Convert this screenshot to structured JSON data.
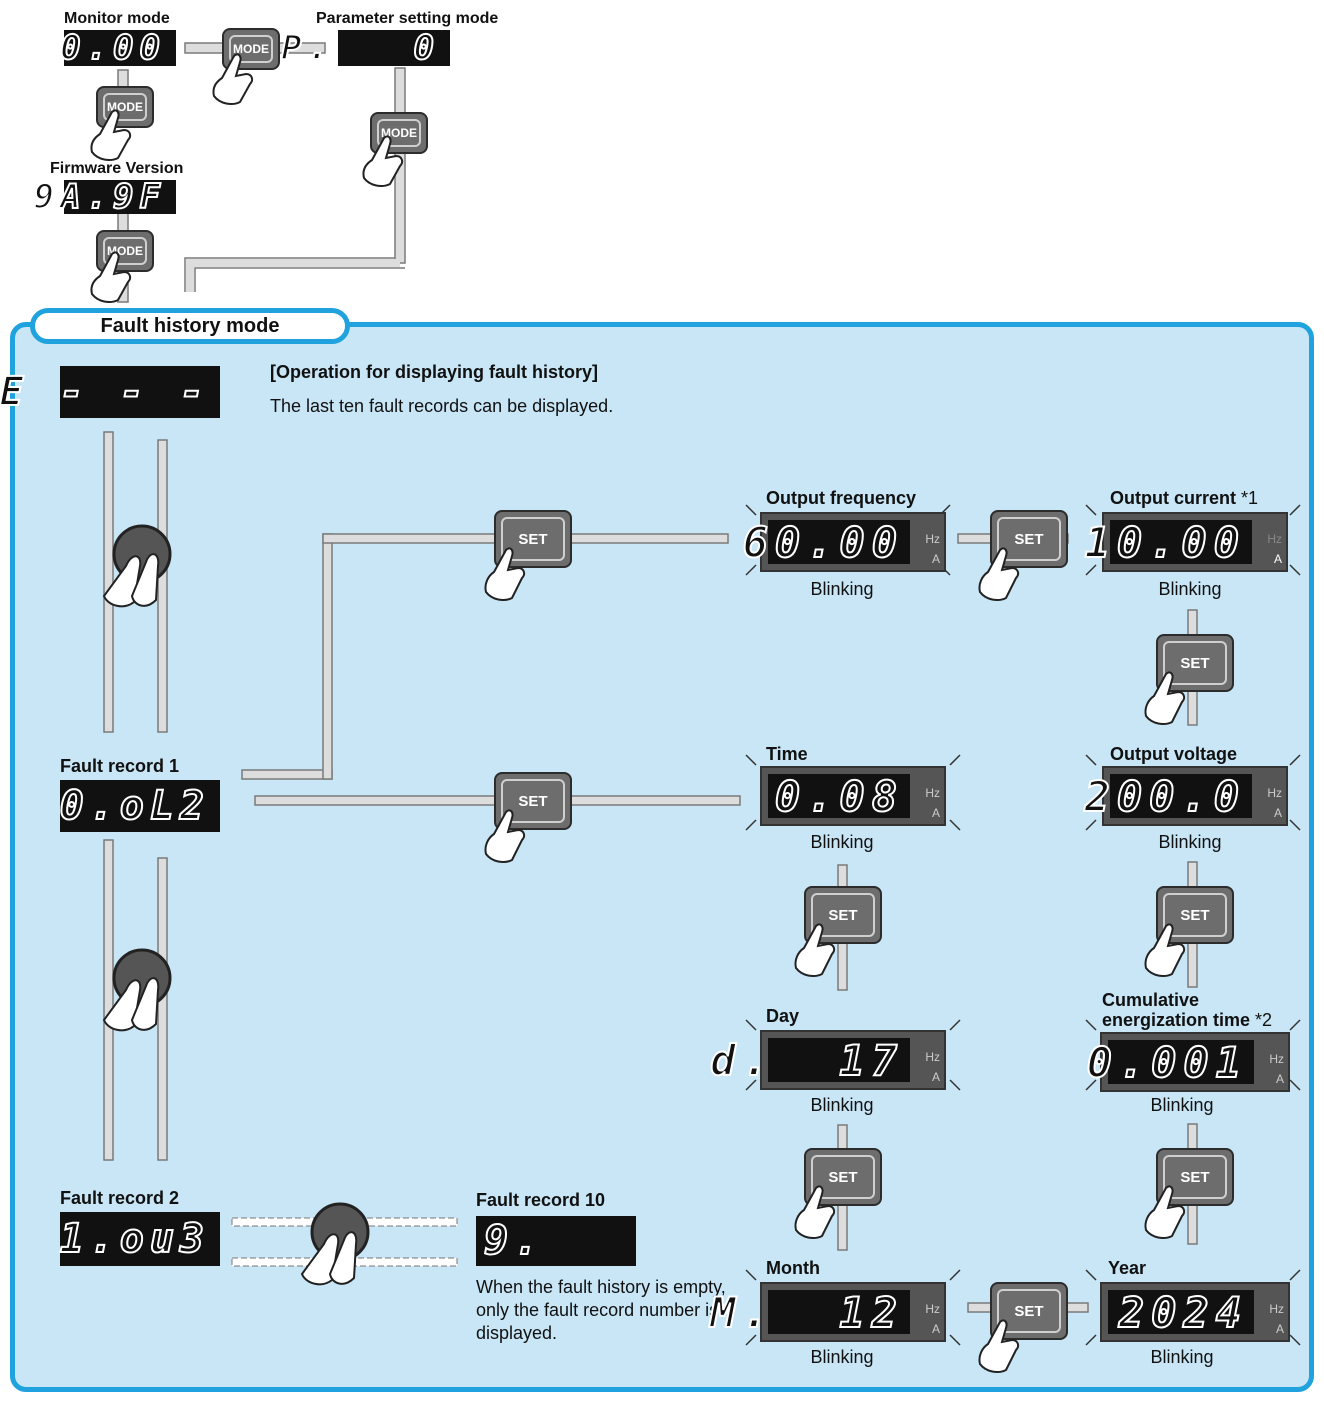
{
  "top": {
    "monitor_mode": "Monitor mode",
    "monitor_display": "0.00",
    "param_mode": "Parameter setting mode",
    "param_display": "P.   0",
    "firmware_version": "Firmware Version",
    "firmware_display": "9A.9F",
    "mode_key": "MODE"
  },
  "panel": {
    "title": "Fault history mode",
    "start_display": "E - - -",
    "heading": "[Operation for displaying fault history]",
    "description": "The last ten fault records can be displayed.",
    "set_key": "SET",
    "fault_record_1": {
      "label": "Fault record 1",
      "display": "0.oL2"
    },
    "fault_record_2": {
      "label": "Fault record 2",
      "display": "1.ou3"
    },
    "fault_record_10": {
      "label": "Fault record 10",
      "display": "9."
    },
    "empty_note": "When the fault history is empty, only the fault record number is displayed.",
    "blinking": "Blinking",
    "unit_hz": "Hz",
    "unit_a": "A",
    "output_frequency": {
      "label": "Output frequency",
      "display": "60.00"
    },
    "output_current": {
      "label": "Output current",
      "note": "*1",
      "display": "10.00"
    },
    "output_voltage": {
      "label": "Output voltage",
      "display": "200.0"
    },
    "cumulative": {
      "label_line1": "Cumulative",
      "label_line2": "energization time",
      "note": "*2",
      "display": "0.001"
    },
    "year": {
      "label": "Year",
      "display": "2024"
    },
    "month": {
      "label": "Month",
      "display": "M.  12"
    },
    "day": {
      "label": "Day",
      "display": "d.  17"
    },
    "time": {
      "label": "Time",
      "display": "0.08"
    }
  }
}
